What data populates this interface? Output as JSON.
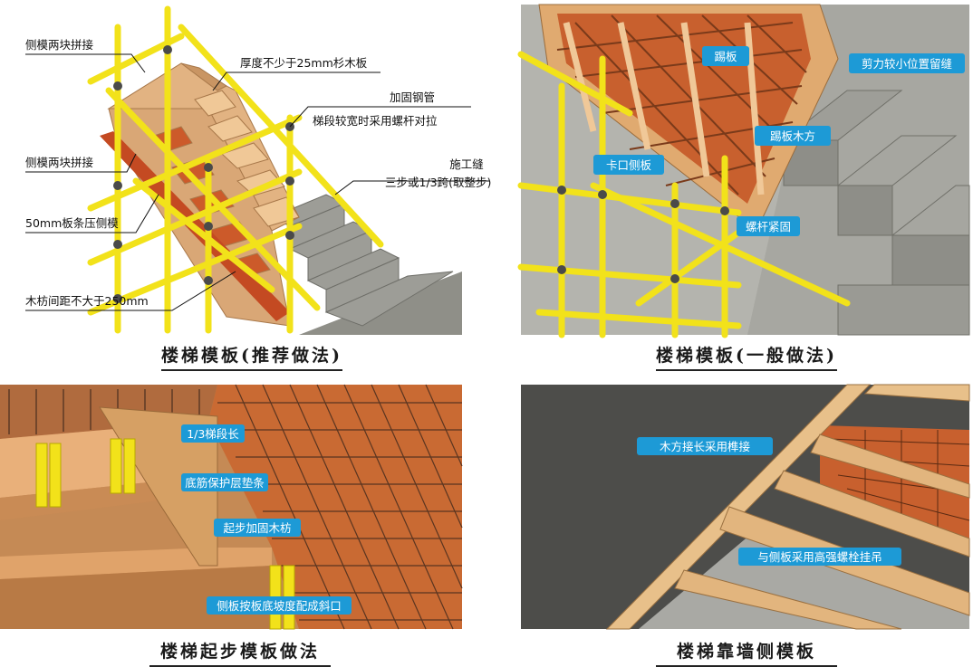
{
  "panels": [
    {
      "caption": "楼梯模板(推荐做法)",
      "annotations": [
        "侧模两块拼接",
        "厚度不少于25mm杉木板",
        "加固钢管",
        "梯段较宽时采用螺杆对拉",
        "侧模两块拼接",
        "施工缝",
        "三步或1/3跨(取整步)",
        "50mm板条压侧模",
        "木枋间距不大于250mm"
      ]
    },
    {
      "caption": "楼梯模板(一般做法)",
      "tags": [
        "踢板",
        "剪力较小位置留缝",
        "踢板木方",
        "卡口侧板",
        "螺杆紧固"
      ]
    },
    {
      "caption": "楼梯起步模板做法",
      "tags": [
        "1/3梯段长",
        "底筋保护层垫条",
        "起步加固木枋",
        "侧板按板底坡度配成斜口"
      ]
    },
    {
      "caption": "楼梯靠墙侧模板",
      "tags": [
        "木方接长采用榫接",
        "与侧板采用高强螺栓挂吊"
      ]
    }
  ],
  "colors": {
    "scaffold": "#f2e21a",
    "wood": "#e2b382",
    "concrete": "#9a9a94",
    "tag": "#1d9ad6"
  }
}
